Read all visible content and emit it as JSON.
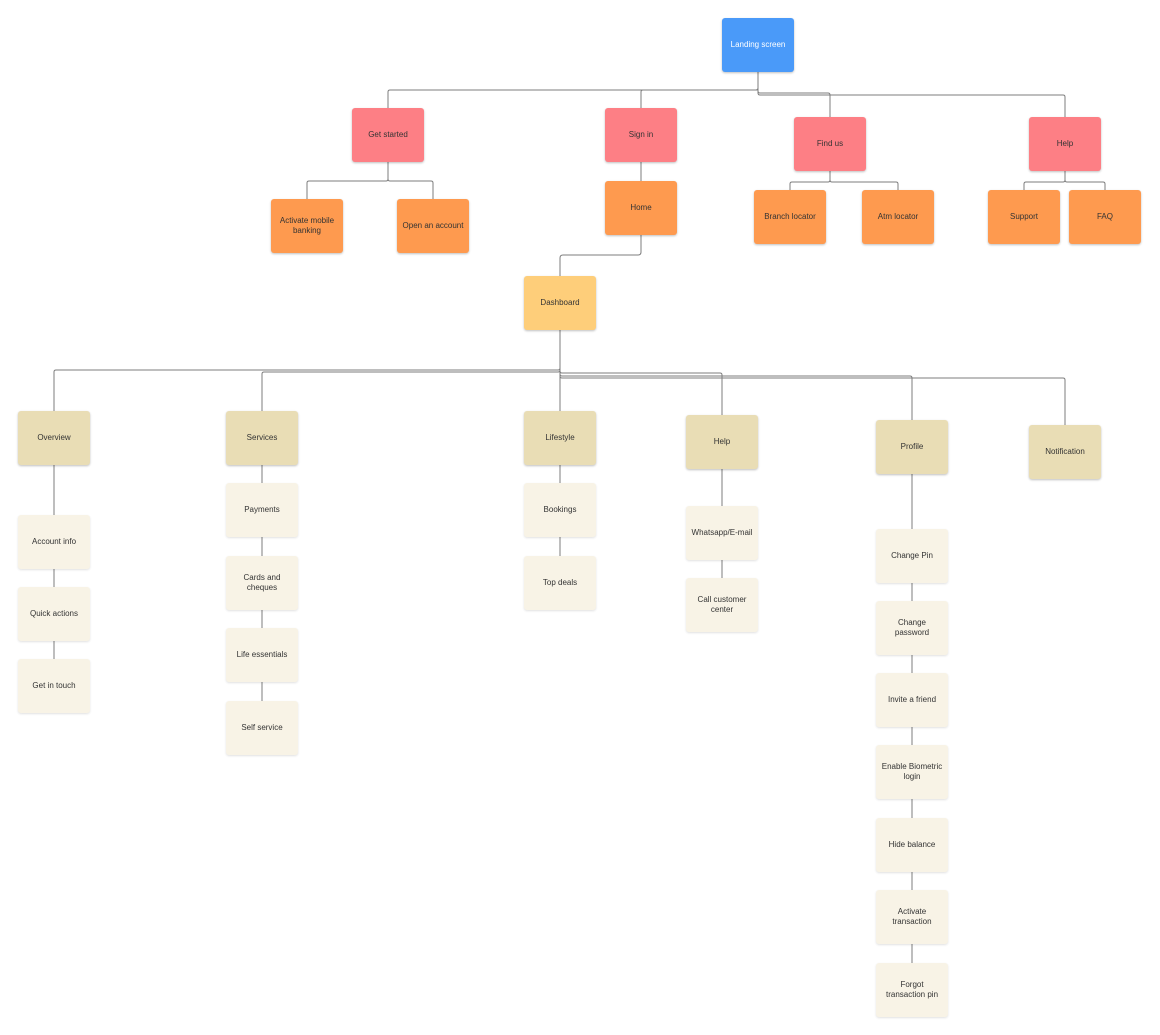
{
  "nodes": {
    "landing": "Landing screen",
    "get_started": "Get started",
    "sign_in": "Sign in",
    "find_us": "Find us",
    "help_top": "Help",
    "activate_mobile": "Activate mobile banking",
    "open_account": "Open an account",
    "home": "Home",
    "branch_locator": "Branch locator",
    "atm_locator": "Atm locator",
    "support": "Support",
    "faq": "FAQ",
    "dashboard": "Dashboard",
    "overview": "Overview",
    "services": "Services",
    "lifestyle": "Lifestyle",
    "help_dash": "Help",
    "profile": "Profile",
    "notification": "Notification",
    "account_info": "Account info",
    "quick_actions": "Quick actions",
    "get_in_touch": "Get in touch",
    "payments": "Payments",
    "cards_cheques": "Cards and cheques",
    "life_essentials": "Life essentials",
    "self_service": "Self service",
    "bookings": "Bookings",
    "top_deals": "Top deals",
    "whatsapp_email": "Whatsapp/E-mail",
    "call_center": "Call customer center",
    "change_pin": "Change Pin",
    "change_password": "Change password",
    "invite_friend": "Invite a friend",
    "enable_biometric": "Enable Biometric login",
    "hide_balance": "Hide balance",
    "activate_transaction": "Activate transaction",
    "forgot_pin": "Forgot transaction pin"
  },
  "colors": {
    "landing": "#4a9af9",
    "level1": "#fd7f85",
    "level2": "#fe9a4f",
    "dashboard": "#fece7a",
    "section": "#e9ddb5",
    "leaf": "#f8f3e6",
    "connector": "#7d7d7d"
  }
}
